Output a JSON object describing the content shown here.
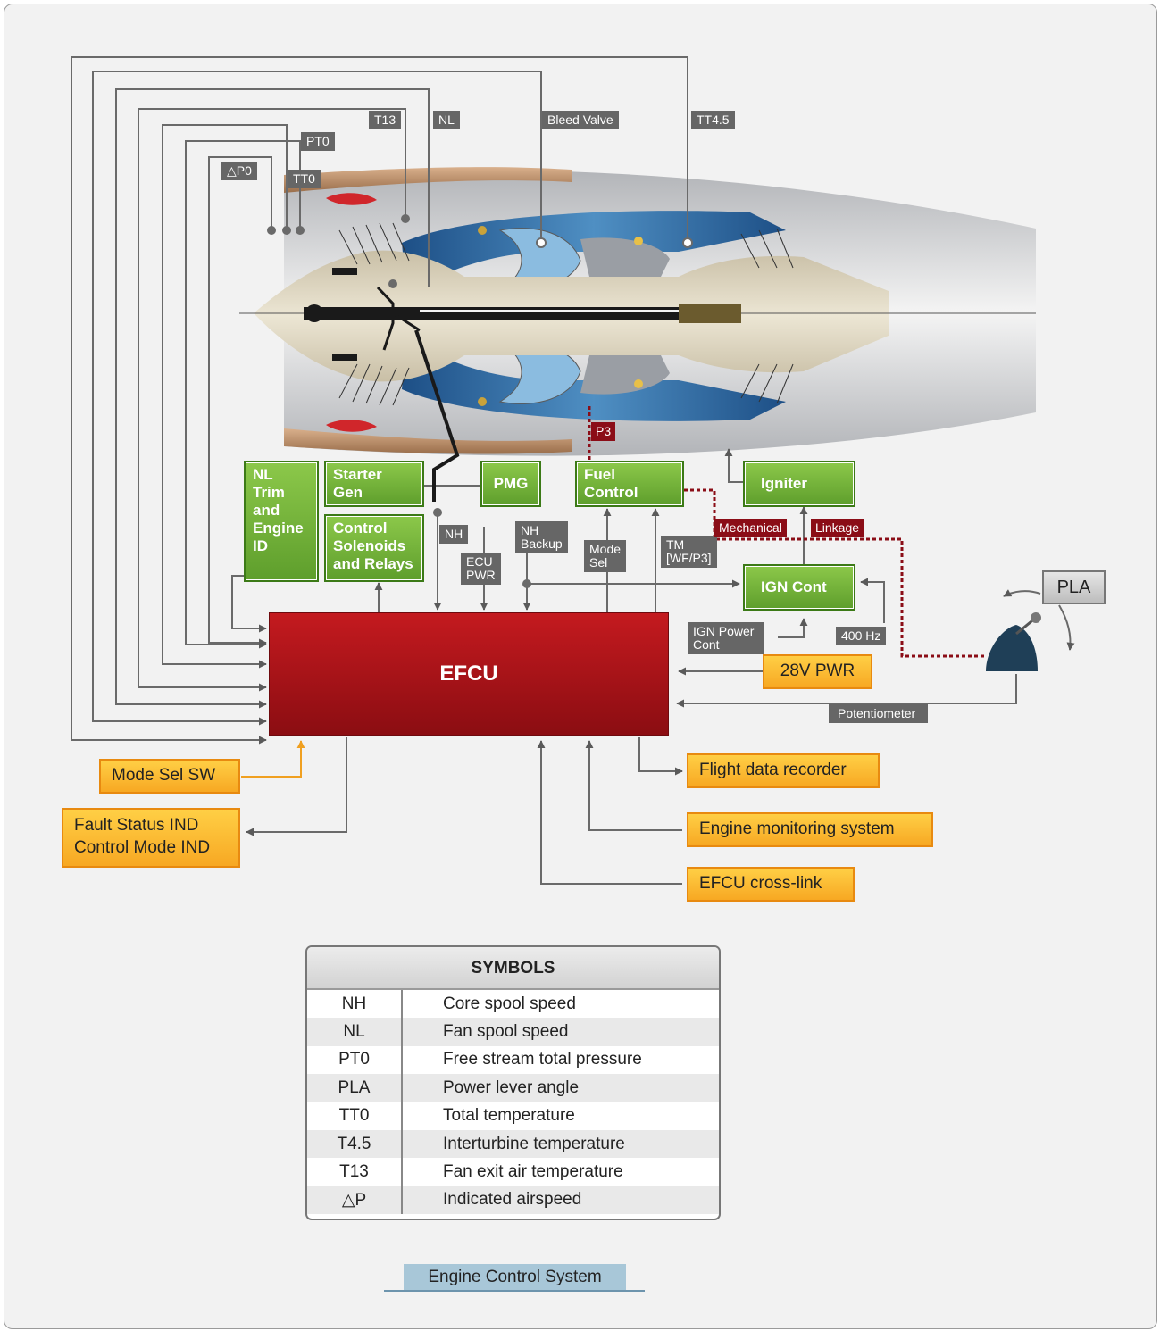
{
  "title": "Engine Control System",
  "colors": {
    "efcu": "#b0141a",
    "green_box": "#6aab34",
    "orange_box": "#fbb829",
    "label_gray": "#666666",
    "mechanical_red": "#8b0d17"
  },
  "sensors": {
    "dp0": "△P0",
    "pt0": "PT0",
    "tt0": "TT0",
    "t13": "T13",
    "nl": "NL",
    "bleed_valve": "Bleed Valve",
    "tt45": "TT4.5",
    "p3": "P3"
  },
  "components": {
    "nl_trim": "NL\nTrim\nand\nEngine\nID",
    "starter_gen": "Starter\nGen",
    "pmg": "PMG",
    "fuel_control": "Fuel\nControl",
    "igniter": "Igniter",
    "control_solenoids": "Control\nSolenoids\nand Relays",
    "ign_cont": "IGN Cont",
    "efcu": "EFCU",
    "pla": "PLA"
  },
  "signals": {
    "nh": "NH",
    "ecu_pwr": "ECU\nPWR",
    "nh_backup": "NH\nBackup",
    "mode_sel": "Mode\nSel",
    "tm": "TM\n[WF/P3]",
    "mechanical": "Mechanical",
    "linkage": "Linkage",
    "hz400": "400 Hz",
    "ign_power_cont": "IGN Power\nCont",
    "potentiometer": "Potentiometer"
  },
  "external": {
    "pwr28": "28V PWR",
    "mode_sel_sw": "Mode Sel SW",
    "fault_status": "Fault Status IND\nControl Mode IND",
    "flight_data_recorder": "Flight data recorder",
    "engine_monitoring": "Engine monitoring system",
    "efcu_crosslink": "EFCU cross-link"
  },
  "symbols": {
    "heading": "SYMBOLS",
    "rows": [
      {
        "symbol": "NH",
        "meaning": "Core spool speed"
      },
      {
        "symbol": "NL",
        "meaning": "Fan spool speed"
      },
      {
        "symbol": "PT0",
        "meaning": "Free stream total pressure"
      },
      {
        "symbol": "PLA",
        "meaning": "Power lever angle"
      },
      {
        "symbol": "TT0",
        "meaning": "Total temperature"
      },
      {
        "symbol": "T4.5",
        "meaning": "Interturbine temperature"
      },
      {
        "symbol": "T13",
        "meaning": "Fan exit air temperature"
      },
      {
        "symbol": "△P",
        "meaning": "Indicated airspeed"
      }
    ]
  }
}
